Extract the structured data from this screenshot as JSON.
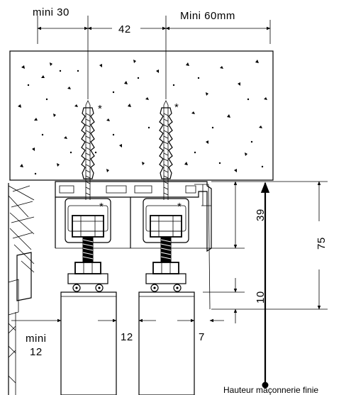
{
  "labels": {
    "mini30": "mini  30",
    "mini60": "Mini  60mm",
    "dim42": "42",
    "dim39": "39",
    "dim75": "75",
    "dim10": "10",
    "mini12_line1": "mini",
    "mini12_line2": "12",
    "dim12": "12",
    "dim7": "7",
    "hauteur": "Hauteur maçonnerie finie",
    "star_left_screw": "*",
    "star_right_screw": "*",
    "star_left_bracket": "*",
    "star_right_bracket": "*"
  },
  "colors": {
    "line": "#000000",
    "background": "#ffffff"
  }
}
